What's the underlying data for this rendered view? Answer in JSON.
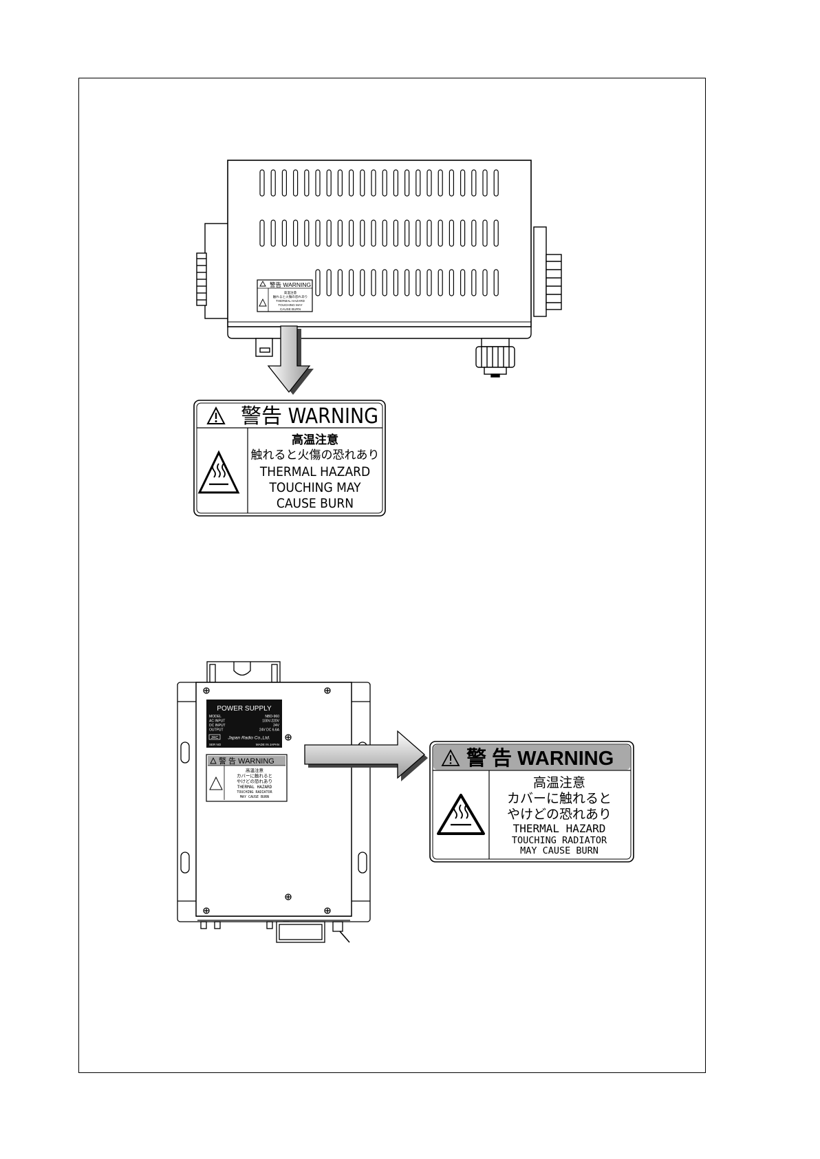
{
  "label1": {
    "header": "警告 WARNING",
    "lines": [
      "高温注意",
      "触れると火傷の恐れあり",
      "THERMAL HAZARD",
      "TOUCHING MAY",
      "CAUSE BURN"
    ]
  },
  "label2": {
    "header": "警 告 WARNING",
    "lines": [
      "高温注意",
      "カバーに触れると",
      "やけどの恐れあり",
      "THERMAL HAZARD",
      "TOUCHING RADIATOR",
      "MAY CAUSE BURN"
    ]
  },
  "nameplate": {
    "title": "POWER SUPPLY",
    "rows": [
      [
        "MODEL",
        "NBD-960"
      ],
      [
        "AC INPUT",
        "100V-220V"
      ],
      [
        "DC INPUT",
        "24V"
      ],
      [
        "OUTPUT",
        "24V DC 6.6A"
      ]
    ],
    "maker_logo": "JRC",
    "maker": "Japan Radio Co.,Ltd.",
    "serial": "SER NO",
    "origin": "MADE IN JAPAN"
  }
}
